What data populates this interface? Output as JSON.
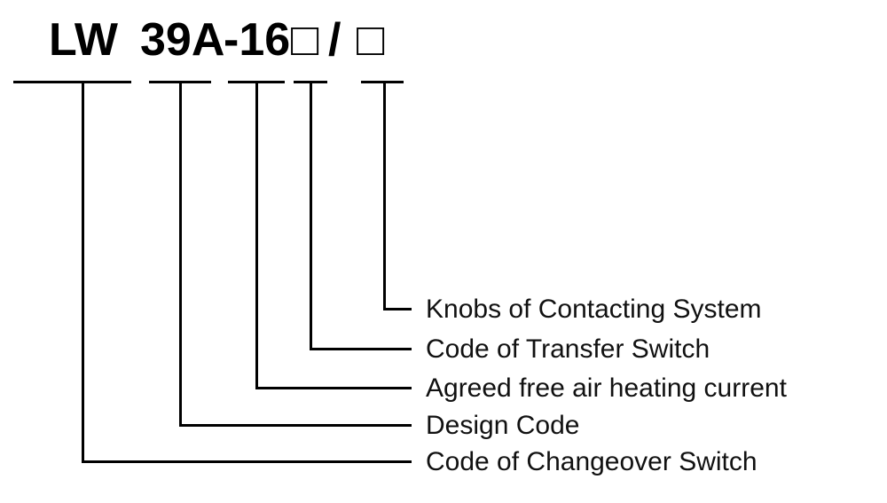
{
  "model_code": {
    "prefix": "LW",
    "design_code": "39A",
    "heating_current": "-16",
    "transfer_switch_box": "□",
    "slash": "/",
    "knobs_box": "□"
  },
  "labels": {
    "knobs": "Knobs of Contacting System",
    "transfer_switch": "Code of Transfer Switch",
    "heating_current": "Agreed free air heating current",
    "design_code": "Design Code",
    "changeover_switch": "Code of Changeover Switch"
  }
}
